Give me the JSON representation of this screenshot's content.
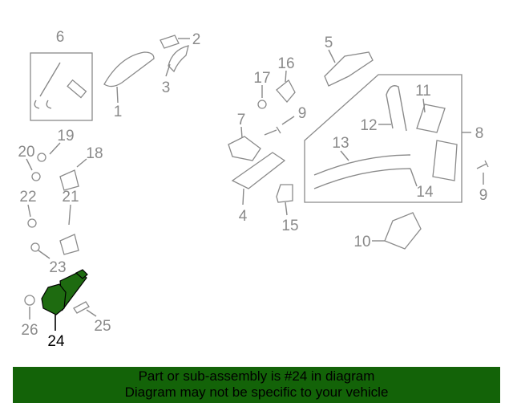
{
  "diagram": {
    "highlighted_part": "24",
    "highlight_color": "#1e6b10",
    "callouts": [
      "6",
      "2",
      "3",
      "1",
      "5",
      "16",
      "17",
      "9",
      "7",
      "11",
      "12",
      "8",
      "13",
      "14",
      "9",
      "4",
      "15",
      "10",
      "19",
      "20",
      "18",
      "22",
      "21",
      "23",
      "26",
      "24",
      "25"
    ]
  },
  "banner": {
    "line1": "Part or sub-assembly is #24 in diagram",
    "line2": "Diagram may not be specific to your vehicle",
    "background": "#136308"
  }
}
